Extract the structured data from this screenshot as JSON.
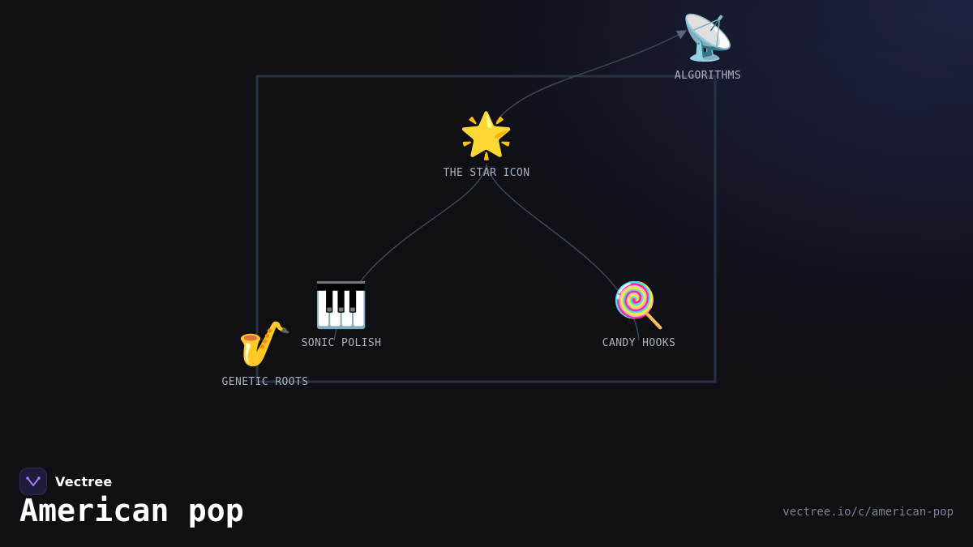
{
  "nodes": [
    {
      "id": "algorithms",
      "label": "ALGORITHMS",
      "emoji": "📡",
      "icon": "satellite-dish-icon"
    },
    {
      "id": "the-star-icon",
      "label": "THE STAR ICON",
      "emoji": "🌟",
      "icon": "glowing-star-icon"
    },
    {
      "id": "sonic-polish",
      "label": "SONIC POLISH",
      "emoji": "🎹",
      "icon": "piano-keyboard-icon"
    },
    {
      "id": "candy-hooks",
      "label": "CANDY HOOKS",
      "emoji": "🍭",
      "icon": "lollipop-icon"
    },
    {
      "id": "genetic-roots",
      "label": "GENETIC ROOTS",
      "emoji": "🎷",
      "icon": "saxophone-icon"
    }
  ],
  "edges": [
    {
      "from": "the-star-icon",
      "to": "algorithms",
      "arrow": true
    },
    {
      "from": "the-star-icon",
      "to": "sonic-polish",
      "arrow": false
    },
    {
      "from": "the-star-icon",
      "to": "candy-hooks",
      "arrow": false
    }
  ],
  "footer": {
    "brand": "Vectree",
    "title": "American pop",
    "url": "vectree.io/c/american-pop"
  },
  "colors": {
    "background": "#0f0f14",
    "edge": "#3b4658",
    "frame": "#273245",
    "label": "#aab3c2",
    "title": "#ffffff",
    "url": "#7b8391",
    "logo_bg": "#1f1b3a",
    "logo_accent": "#a77bff"
  }
}
